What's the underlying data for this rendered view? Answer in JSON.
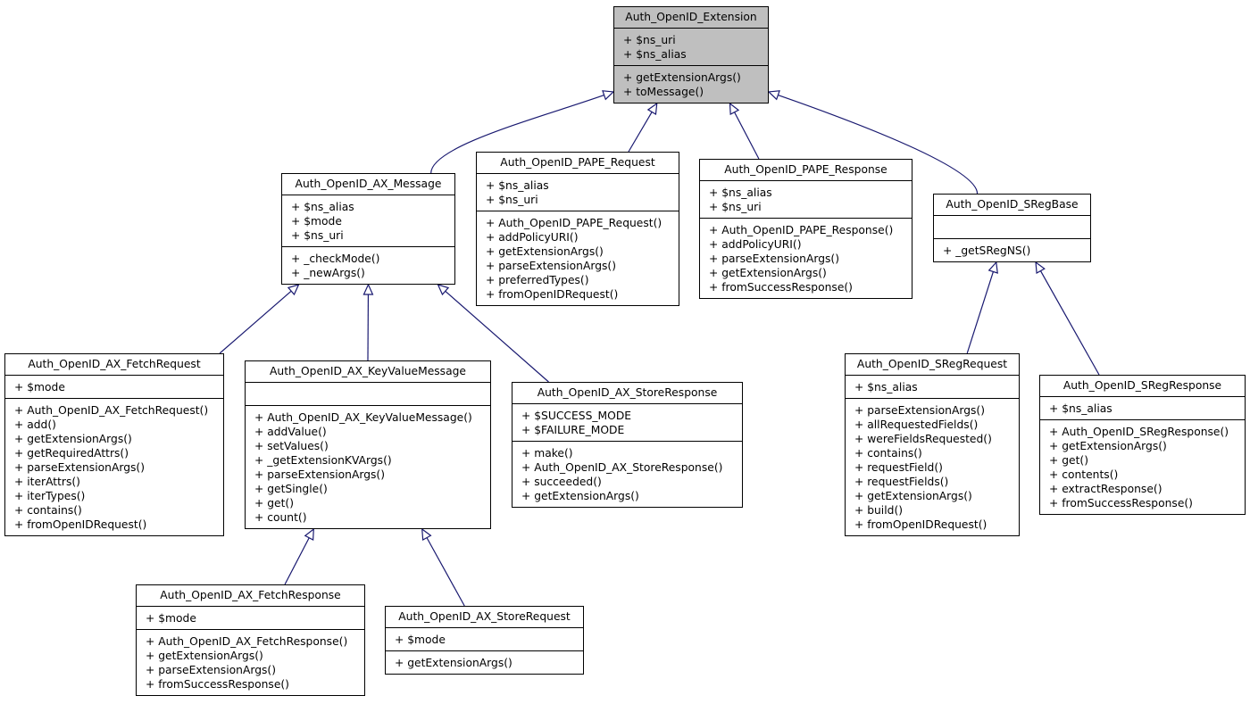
{
  "colors": {
    "edge": "#191970",
    "root_fill": "#bfbfbf",
    "node_fill": "#ffffff",
    "border": "#000000"
  },
  "classes": [
    {
      "id": "ext",
      "name": "Auth_OpenID_Extension",
      "attributes": [
        "+ $ns_uri",
        "+ $ns_alias"
      ],
      "methods": [
        "+ getExtensionArgs()",
        "+ toMessage()"
      ]
    },
    {
      "id": "axmsg",
      "name": "Auth_OpenID_AX_Message",
      "attributes": [
        "+ $ns_alias",
        "+ $mode",
        "+ $ns_uri"
      ],
      "methods": [
        "+ _checkMode()",
        "+ _newArgs()"
      ]
    },
    {
      "id": "papereq",
      "name": "Auth_OpenID_PAPE_Request",
      "attributes": [
        "+ $ns_alias",
        "+ $ns_uri"
      ],
      "methods": [
        "+ Auth_OpenID_PAPE_Request()",
        "+ addPolicyURI()",
        "+ getExtensionArgs()",
        "+ parseExtensionArgs()",
        "+ preferredTypes()",
        "+ fromOpenIDRequest()"
      ]
    },
    {
      "id": "papersp",
      "name": "Auth_OpenID_PAPE_Response",
      "attributes": [
        "+ $ns_alias",
        "+ $ns_uri"
      ],
      "methods": [
        "+ Auth_OpenID_PAPE_Response()",
        "+ addPolicyURI()",
        "+ parseExtensionArgs()",
        "+ getExtensionArgs()",
        "+ fromSuccessResponse()"
      ]
    },
    {
      "id": "sregbase",
      "name": "Auth_OpenID_SRegBase",
      "attributes": [],
      "methods": [
        "+ _getSRegNS()"
      ]
    },
    {
      "id": "fetchreq",
      "name": "Auth_OpenID_AX_FetchRequest",
      "attributes": [
        "+ $mode"
      ],
      "methods": [
        "+ Auth_OpenID_AX_FetchRequest()",
        "+ add()",
        "+ getExtensionArgs()",
        "+ getRequiredAttrs()",
        "+ parseExtensionArgs()",
        "+ iterAttrs()",
        "+ iterTypes()",
        "+ contains()",
        "+ fromOpenIDRequest()"
      ]
    },
    {
      "id": "kvmsg",
      "name": "Auth_OpenID_AX_KeyValueMessage",
      "attributes": [],
      "methods": [
        "+ Auth_OpenID_AX_KeyValueMessage()",
        "+ addValue()",
        "+ setValues()",
        "+ _getExtensionKVArgs()",
        "+ parseExtensionArgs()",
        "+ getSingle()",
        "+ get()",
        "+ count()"
      ]
    },
    {
      "id": "storersp",
      "name": "Auth_OpenID_AX_StoreResponse",
      "attributes": [
        "+ $SUCCESS_MODE",
        "+ $FAILURE_MODE"
      ],
      "methods": [
        "+ make()",
        "+ Auth_OpenID_AX_StoreResponse()",
        "+ succeeded()",
        "+ getExtensionArgs()"
      ]
    },
    {
      "id": "sregreq",
      "name": "Auth_OpenID_SRegRequest",
      "attributes": [
        "+ $ns_alias"
      ],
      "methods": [
        "+ parseExtensionArgs()",
        "+ allRequestedFields()",
        "+ wereFieldsRequested()",
        "+ contains()",
        "+ requestField()",
        "+ requestFields()",
        "+ getExtensionArgs()",
        "+ build()",
        "+ fromOpenIDRequest()"
      ]
    },
    {
      "id": "sregrsp",
      "name": "Auth_OpenID_SRegResponse",
      "attributes": [
        "+ $ns_alias"
      ],
      "methods": [
        "+ Auth_OpenID_SRegResponse()",
        "+ getExtensionArgs()",
        "+ get()",
        "+ contents()",
        "+ extractResponse()",
        "+ fromSuccessResponse()"
      ]
    },
    {
      "id": "fetchrsp",
      "name": "Auth_OpenID_AX_FetchResponse",
      "attributes": [
        "+ $mode"
      ],
      "methods": [
        "+ Auth_OpenID_AX_FetchResponse()",
        "+ getExtensionArgs()",
        "+ parseExtensionArgs()",
        "+ fromSuccessResponse()"
      ]
    },
    {
      "id": "storereq",
      "name": "Auth_OpenID_AX_StoreRequest",
      "attributes": [
        "+ $mode"
      ],
      "methods": [
        "+ getExtensionArgs()"
      ]
    }
  ],
  "inheritance": [
    {
      "child": "axmsg",
      "parent": "ext"
    },
    {
      "child": "papereq",
      "parent": "ext"
    },
    {
      "child": "papersp",
      "parent": "ext"
    },
    {
      "child": "sregbase",
      "parent": "ext"
    },
    {
      "child": "fetchreq",
      "parent": "axmsg"
    },
    {
      "child": "kvmsg",
      "parent": "axmsg"
    },
    {
      "child": "storersp",
      "parent": "axmsg"
    },
    {
      "child": "fetchrsp",
      "parent": "kvmsg"
    },
    {
      "child": "storereq",
      "parent": "kvmsg"
    },
    {
      "child": "sregreq",
      "parent": "sregbase"
    },
    {
      "child": "sregrsp",
      "parent": "sregbase"
    }
  ]
}
